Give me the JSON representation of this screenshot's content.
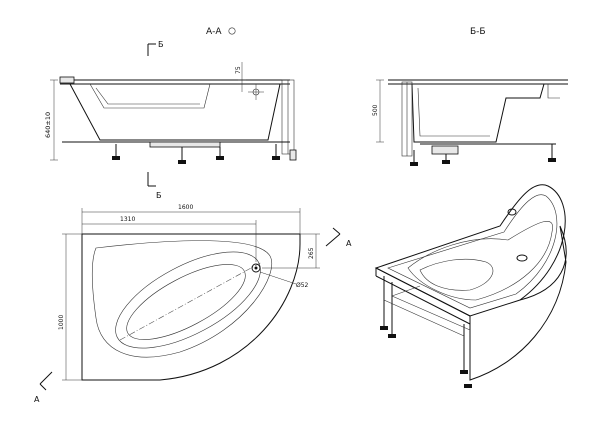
{
  "section_titles": {
    "a_a": "А-А",
    "b_b": "Б-Б"
  },
  "section_markers": {
    "b_label": "Б",
    "a_label": "A"
  },
  "dimensions": {
    "overflow_offset": "75",
    "height_total": "640±10",
    "section_height": "500",
    "length_total": "1600",
    "length_inner": "1310",
    "width_total": "1000",
    "drain_offset": "265",
    "drain_diameter": "Ø52"
  },
  "symbols": {
    "projection": "circle-section-symbol"
  }
}
